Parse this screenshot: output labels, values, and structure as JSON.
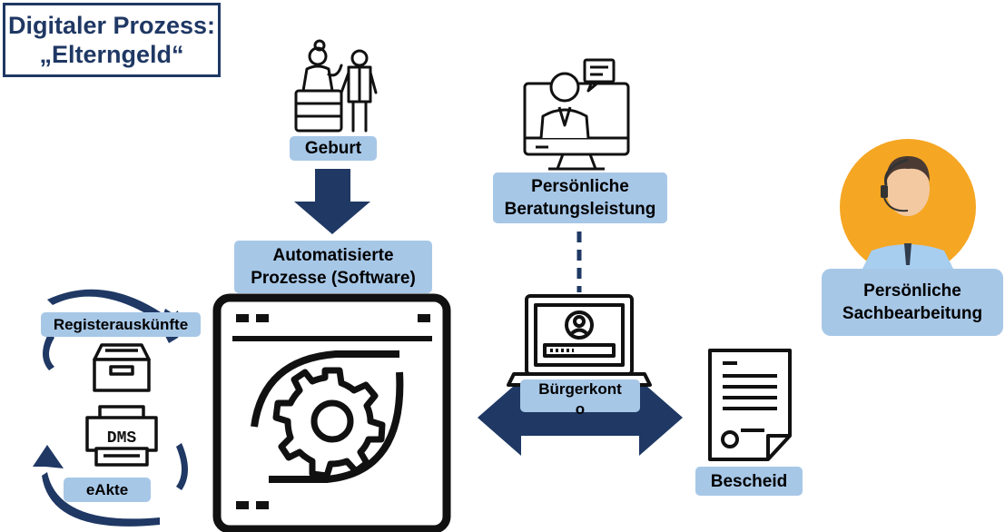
{
  "title": {
    "line1": "Digitaler Prozess:",
    "line2": "„Elterngeld“"
  },
  "labels": {
    "geburt": "Geburt",
    "automatisierte_1": "Automatisierte",
    "automatisierte_2": "Prozesse (Software)",
    "beratung_1": "Persönliche",
    "beratung_2": "Beratungsleistung",
    "sachbearbeitung_1": "Persönliche",
    "sachbearbeitung_2": "Sachbearbeitung",
    "registerauskuenfte": "Registerauskünfte",
    "eakte": "eAkte",
    "buergerkonto_1": "Bürgerkont",
    "buergerkonto_2": "o",
    "bescheid": "Bescheid",
    "dms": "DMS"
  },
  "colors": {
    "navy": "#1f3864",
    "label_fill": "#a7c7e7",
    "orange": "#f5a623",
    "black": "#111111"
  },
  "icons": [
    "birth-family-icon",
    "consultant-monitor-icon",
    "call-center-agent-icon",
    "software-gear-window-icon",
    "laptop-login-icon",
    "document-icon",
    "archive-drawer-icon",
    "dms-printer-icon",
    "cycle-arrows-icon"
  ]
}
